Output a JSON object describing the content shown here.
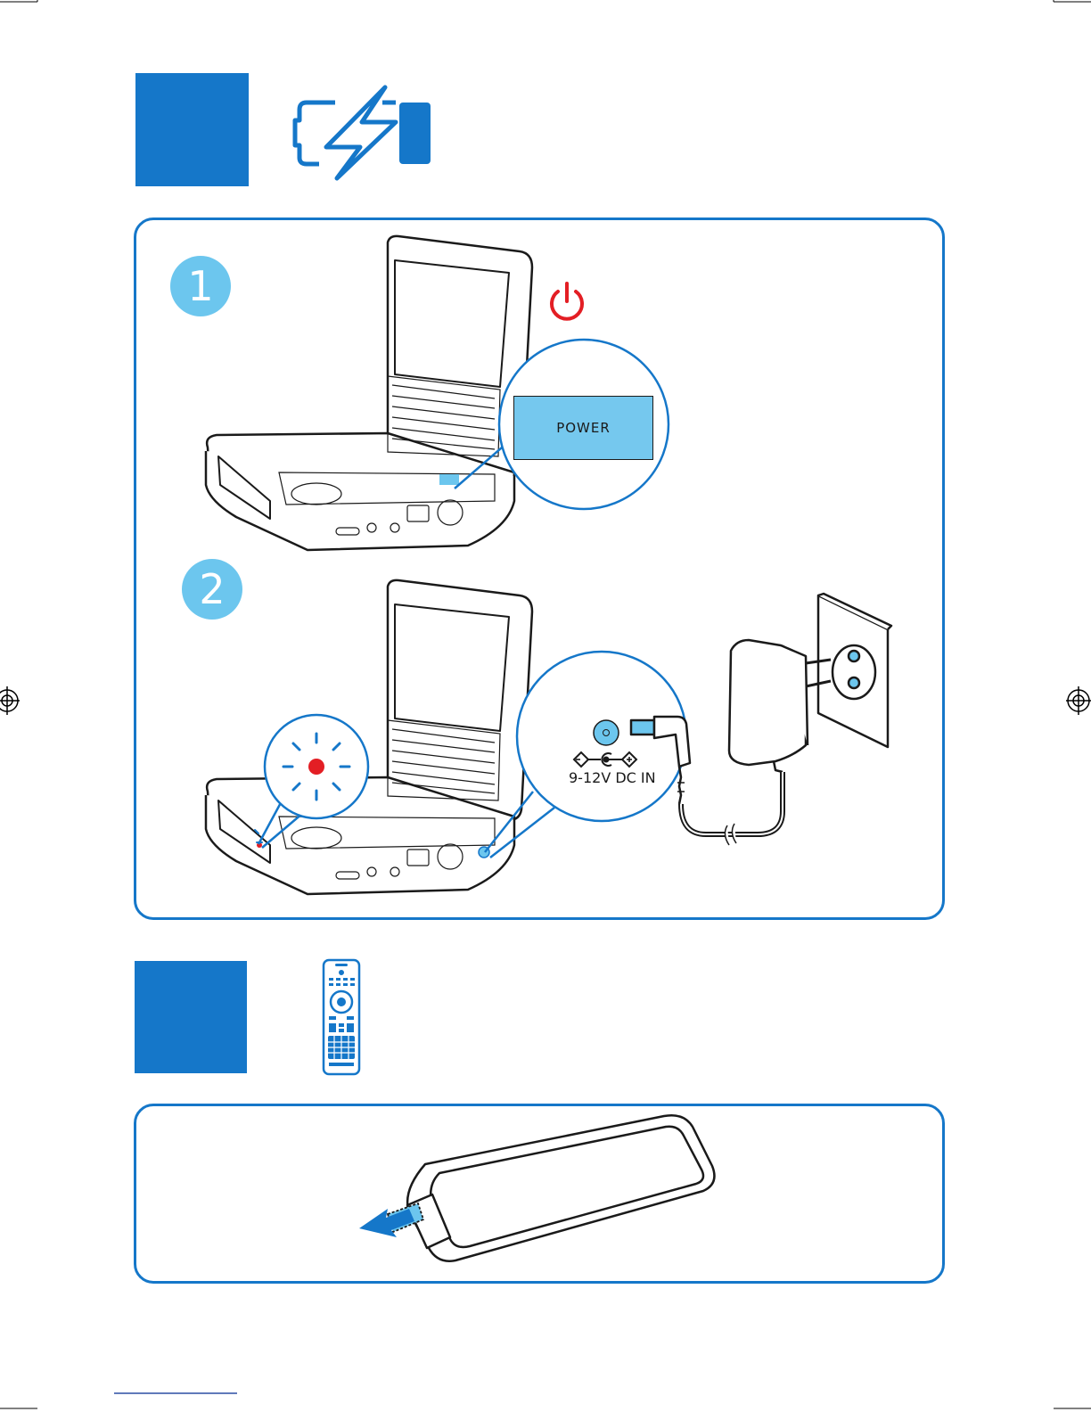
{
  "colors": {
    "brand": "#1577c9",
    "light_blue": "#6cc6ee",
    "red": "#e31e24",
    "cut_line": "#2b4fa3"
  },
  "section_charge": {
    "icon": "battery-charging-icon",
    "panel": {
      "step1": {
        "number": "1",
        "power_icon": "power-icon",
        "callout_label": "POWER"
      },
      "step2": {
        "number": "2",
        "led_icon": "blinking-led-icon",
        "dc_label": "9-12V DC IN",
        "adapter_icon": "power-adapter-icon"
      }
    }
  },
  "section_remote": {
    "icon": "remote-control-icon",
    "panel": {
      "illustration": "remote-pull-tab-icon"
    }
  }
}
